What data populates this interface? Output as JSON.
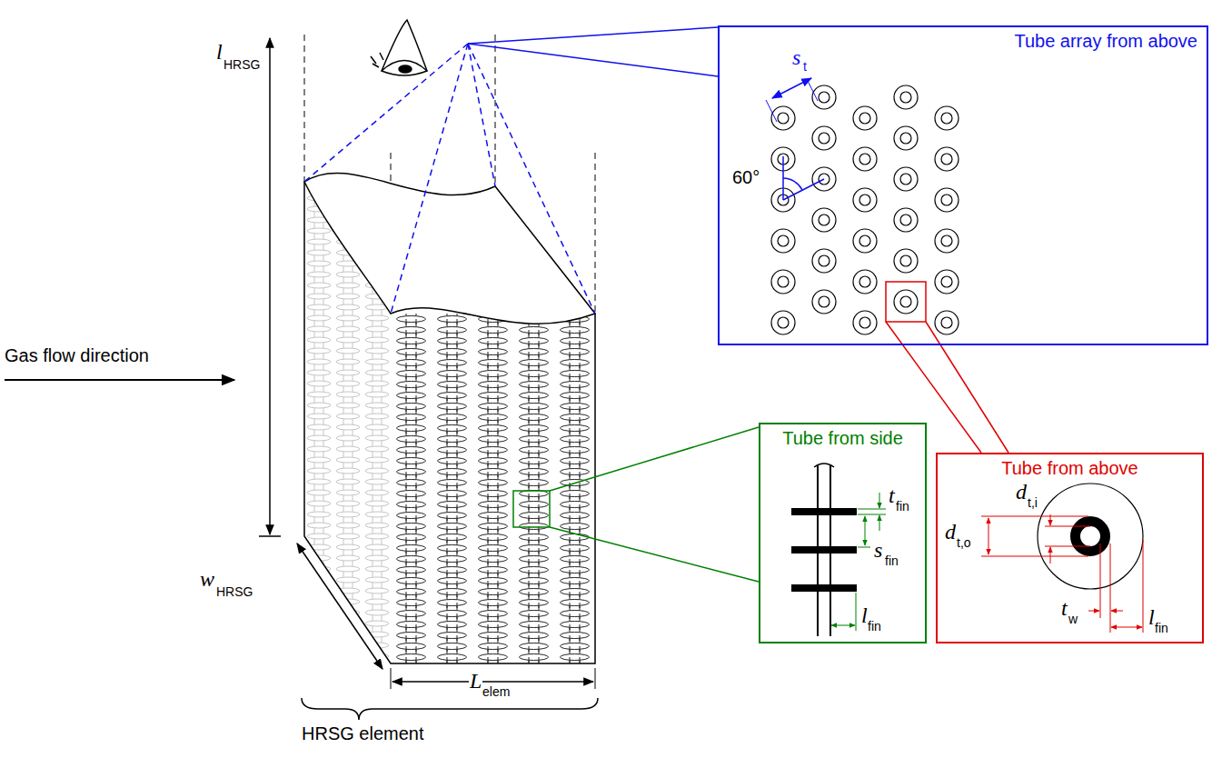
{
  "diagram": {
    "nodes": [
      {
        "text": [
          "Tube array from above"
        ]
      },
      {
        "text": [
          "Tube from side"
        ]
      },
      {
        "text": [
          "Tube from above"
        ]
      }
    ],
    "labels": [
      "Gas flow direction",
      "l",
      "HRSG",
      "w",
      "HRSG",
      "L",
      "elem",
      "HRSG element",
      "s",
      "t",
      "60°",
      "t",
      "fin",
      "s",
      "fin",
      "l",
      "fin",
      "d",
      "t,o",
      "d",
      "t,i",
      "t",
      "w",
      "l",
      "fin"
    ]
  }
}
